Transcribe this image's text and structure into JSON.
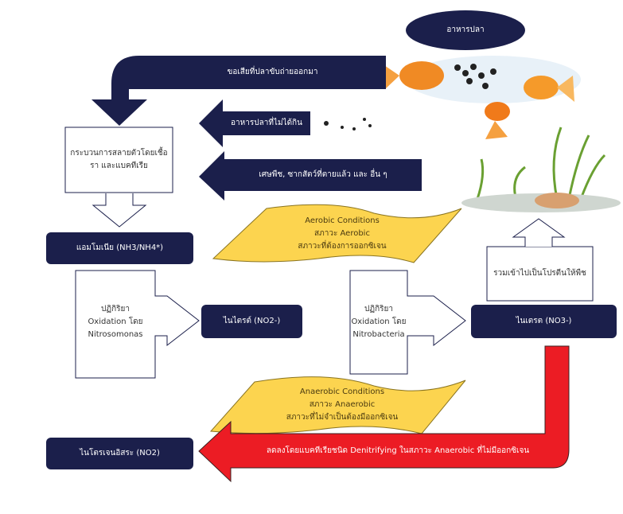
{
  "colors": {
    "navy": "#1b1f4b",
    "red": "#ec1c24",
    "yellow": "#fcd44f",
    "box_border": "#1b1f4b"
  },
  "fish_food": "อาหารปลา",
  "fish_waste": "ขอเสียที่ปลาขับถ่ายออกมา",
  "uneaten_food": "อาหารปลาที่ไม่ได้กิน",
  "plant_debris": "เศษพืช, ซากสัตว์ที่ตายแล้ว และ อื่น ๆ",
  "decomposition": "กระบวนการสลายตัวโดยเชื้อรา และแบคทีเรีย",
  "ammonia": "แอมโมเนีย (NH3/NH4*)",
  "aerobic": {
    "line1": "Aerobic Conditions",
    "line2": "สภาวะ Aerobic",
    "line3": "สภาวะที่ต้องการออกซิเจน"
  },
  "oxidation1": {
    "line1": "ปฏิกิริยา",
    "line2": "Oxidation โดย",
    "line3": "Nitrosomonas"
  },
  "nitrite": "ไนไตรต์ (NO2-)",
  "oxidation2": {
    "line1": "ปฏิกิริยา",
    "line2": "Oxidation โดย",
    "line3": "Nitrobacteria"
  },
  "nitrate": "ไนเตรต (NO3-)",
  "plant_protein": "รวมเข้าไปเป็นโปรตีนให้พืช",
  "anaerobic": {
    "line1": "Anaerobic Conditions",
    "line2": "สภาวะ Anaerobic",
    "line3": "สภาวะที่ไม่จำเป็นต้องมีออกซิเจน"
  },
  "denitrify": "ลดลงโดยแบคทีเรียชนิด Denitrifying ในสภาวะ Anaerobic ที่ไม่มีออกซิเจน",
  "free_nitrogen": "ไนโตรเจนอิสระ (NO2)"
}
